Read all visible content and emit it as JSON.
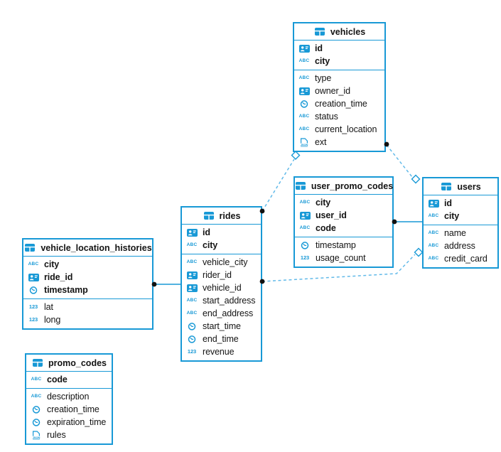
{
  "colors": {
    "accent": "#1899d6",
    "dashed_line": "#62bae9",
    "connector_dot": "#111111",
    "text": "#141414",
    "background": "#ffffff"
  },
  "type_icons": {
    "text": "ABC",
    "number": "123",
    "id": "id-card",
    "time": "clock",
    "json": "JSON"
  },
  "tables": [
    {
      "id": "vehicles",
      "title": "vehicles",
      "primary_columns": [
        {
          "type": "id",
          "label": "id"
        },
        {
          "type": "text",
          "label": "city"
        }
      ],
      "columns": [
        {
          "type": "text",
          "label": "type"
        },
        {
          "type": "id",
          "label": "owner_id"
        },
        {
          "type": "time",
          "label": "creation_time"
        },
        {
          "type": "text",
          "label": "status"
        },
        {
          "type": "text",
          "label": "current_location"
        },
        {
          "type": "json",
          "label": "ext"
        }
      ]
    },
    {
      "id": "user_promo_codes",
      "title": "user_promo_codes",
      "primary_columns": [
        {
          "type": "text",
          "label": "city"
        },
        {
          "type": "id",
          "label": "user_id"
        },
        {
          "type": "text",
          "label": "code"
        }
      ],
      "columns": [
        {
          "type": "time",
          "label": "timestamp"
        },
        {
          "type": "number",
          "label": "usage_count"
        }
      ]
    },
    {
      "id": "users",
      "title": "users",
      "primary_columns": [
        {
          "type": "id",
          "label": "id"
        },
        {
          "type": "text",
          "label": "city"
        }
      ],
      "columns": [
        {
          "type": "text",
          "label": "name"
        },
        {
          "type": "text",
          "label": "address"
        },
        {
          "type": "text",
          "label": "credit_card"
        }
      ]
    },
    {
      "id": "rides",
      "title": "rides",
      "primary_columns": [
        {
          "type": "id",
          "label": "id"
        },
        {
          "type": "text",
          "label": "city"
        }
      ],
      "columns": [
        {
          "type": "text",
          "label": "vehicle_city"
        },
        {
          "type": "id",
          "label": "rider_id"
        },
        {
          "type": "id",
          "label": "vehicle_id"
        },
        {
          "type": "text",
          "label": "start_address"
        },
        {
          "type": "text",
          "label": "end_address"
        },
        {
          "type": "time",
          "label": "start_time"
        },
        {
          "type": "time",
          "label": "end_time"
        },
        {
          "type": "number",
          "label": "revenue"
        }
      ]
    },
    {
      "id": "vehicle_location_histories",
      "title": "vehicle_location_histories",
      "primary_columns": [
        {
          "type": "text",
          "label": "city"
        },
        {
          "type": "id",
          "label": "ride_id"
        },
        {
          "type": "time",
          "label": "timestamp"
        }
      ],
      "columns": [
        {
          "type": "number",
          "label": "lat"
        },
        {
          "type": "number",
          "label": "long"
        }
      ]
    },
    {
      "id": "promo_codes",
      "title": "promo_codes",
      "primary_columns": [
        {
          "type": "text",
          "label": "code"
        }
      ],
      "columns": [
        {
          "type": "text",
          "label": "description"
        },
        {
          "type": "time",
          "label": "creation_time"
        },
        {
          "type": "time",
          "label": "expiration_time"
        },
        {
          "type": "json",
          "label": "rules"
        }
      ]
    }
  ],
  "relationships": [
    {
      "from": "vehicle_location_histories",
      "to": "rides",
      "style": "solid"
    },
    {
      "from": "user_promo_codes",
      "to": "users",
      "style": "solid"
    },
    {
      "from": "rides",
      "to": "vehicles",
      "style": "dashed"
    },
    {
      "from": "vehicles",
      "to": "users",
      "style": "dashed"
    },
    {
      "from": "rides",
      "to": "users",
      "style": "dashed"
    }
  ]
}
